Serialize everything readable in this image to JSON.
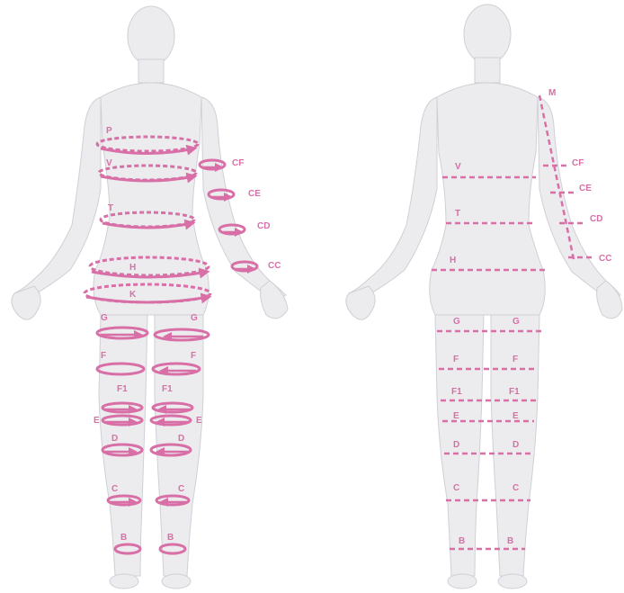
{
  "colors": {
    "accent": "#d86fa6",
    "body_fill": "#ececef",
    "body_stroke": "#cfd0d6"
  },
  "left_figure": {
    "labels": {
      "P": "P",
      "V": "V",
      "T": "T",
      "H": "H",
      "K": "K",
      "G_left": "G",
      "G_right": "G",
      "F_left": "F",
      "F_right": "F",
      "F1_left": "F1",
      "F1_right": "F1",
      "E_left": "E",
      "E_right": "E",
      "D_left": "D",
      "D_right": "D",
      "C_left": "C",
      "C_right": "C",
      "B_left": "B",
      "B_right": "B",
      "CF": "CF",
      "CE": "CE",
      "CD": "CD",
      "CC": "CC"
    }
  },
  "right_figure": {
    "labels": {
      "M": "M",
      "V": "V",
      "T": "T",
      "H": "H",
      "CF": "CF",
      "CE": "CE",
      "CD": "CD",
      "CC": "CC",
      "G_left": "G",
      "G_right": "G",
      "F_left": "F",
      "F_right": "F",
      "F1_left": "F1",
      "F1_right": "F1",
      "E_left": "E",
      "E_right": "E",
      "D_left": "D",
      "D_right": "D",
      "C_left": "C",
      "C_right": "C",
      "B_left": "B",
      "B_right": "B"
    }
  }
}
